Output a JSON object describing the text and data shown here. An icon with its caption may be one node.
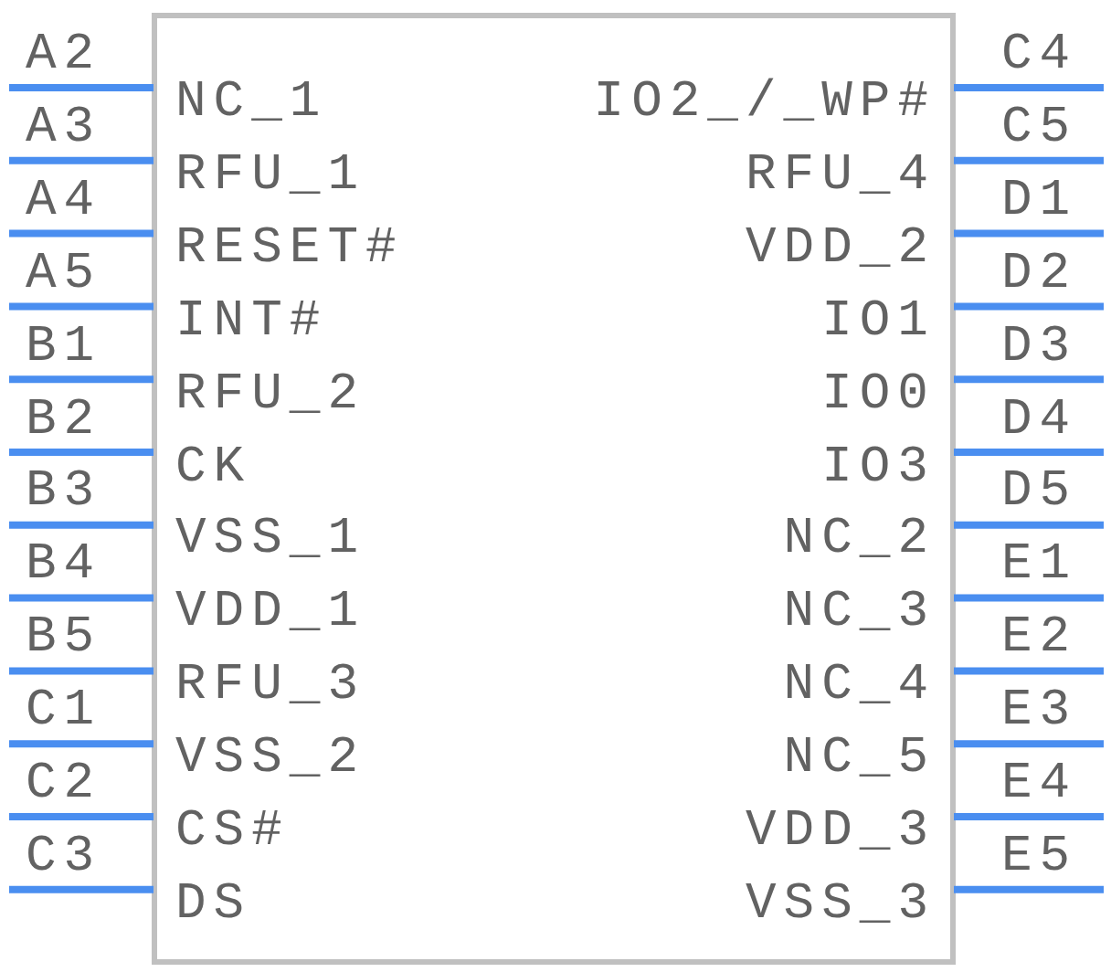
{
  "diagram": {
    "nodes": [
      {
        "text": [],
        "shape": "box"
      }
    ],
    "labels": [
      "A2",
      "NC_1",
      "IO2_/_WP#",
      "C4",
      "A3",
      "RFU_1",
      "RFU_4",
      "C5",
      "A4",
      "RESET#",
      "VDD_2",
      "D1",
      "A5",
      "INT#",
      "IO1",
      "D2",
      "B1",
      "RFU_2",
      "IO0",
      "D3",
      "B2",
      "CK",
      "IO3",
      "D4",
      "B3",
      "VSS_1",
      "NC_2",
      "D5",
      "B4",
      "VDD_1",
      "NC_3",
      "E1",
      "B5",
      "RFU_3",
      "NC_4",
      "E2",
      "C1",
      "VSS_2",
      "NC_5",
      "E3",
      "C2",
      "CS#",
      "VDD_3",
      "E4",
      "C3",
      "DS",
      "VSS_3",
      "E5"
    ]
  }
}
